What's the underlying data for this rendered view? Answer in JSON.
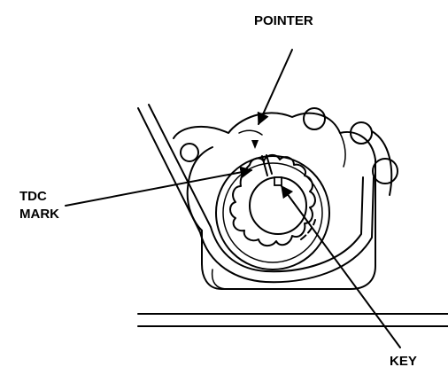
{
  "labels": {
    "pointer": "POINTER",
    "tdc_line1": "TDC",
    "tdc_line2": "MARK",
    "key": "KEY"
  },
  "colors": {
    "ink": "#000000",
    "paper": "#ffffff"
  }
}
